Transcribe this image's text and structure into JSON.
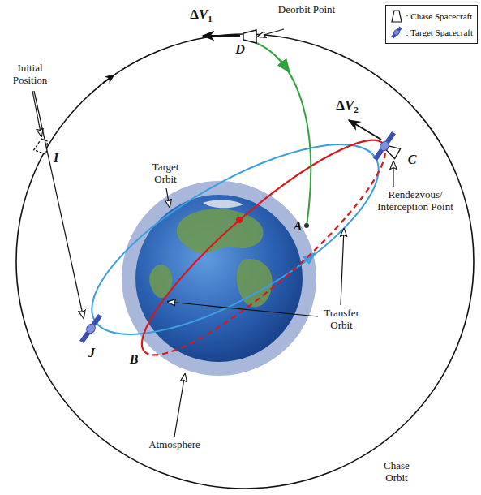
{
  "diagram": {
    "labels": [
      "ΔV1",
      "Deorbit Point",
      "D",
      "Initial Position",
      "I",
      "Target Orbit",
      "ΔV2",
      "C",
      "Rendezvous/ Interception Point",
      "A",
      "Transfer Orbit",
      "B",
      "J",
      "Atmosphere",
      "Chase Orbit"
    ],
    "legend": [
      {
        "text": ": Chase Spacecraft"
      },
      {
        "text": ": Target Spacecraft"
      }
    ]
  }
}
